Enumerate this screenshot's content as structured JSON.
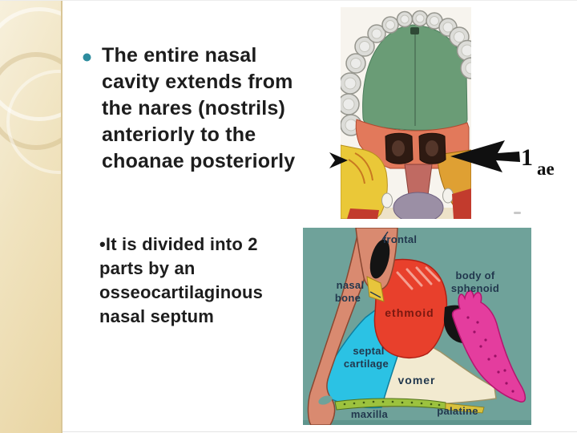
{
  "slide": {
    "bullets": {
      "main": "The entire nasal\ncavity extends from\nthe nares (nostrils)\nanteriorly to the\nchoanae posteriorly",
      "secondary": "•It is divided into 2\nparts by an\nosseocartilaginous\nnasal septum"
    },
    "colors": {
      "bullet_dot": "#2D8C9E",
      "text": "#1D1D1D",
      "sidebar_beige": "#EFE3BF"
    }
  },
  "palate_figure": {
    "annotation": {
      "number": "1",
      "suffix": "ae"
    },
    "colors": {
      "photo_background": "#F7F4EE",
      "bottom_strip": "#EDE2C8",
      "palate_green": "#6A9C76",
      "teeth": "#DCDCD8",
      "palatine_salmon": "#E2795B",
      "choana_dark": "#2E1A12",
      "pterygoid_yellow": "#EAC838",
      "pterygoid_orange": "#DFA033",
      "vomer_rose": "#C06A62",
      "basiocciput_purple": "#9B8FA5",
      "accent_red": "#C23B2D",
      "arrow_black": "#101010"
    }
  },
  "septum_diagram": {
    "labels": {
      "frontal": "frontal",
      "nasal_bone_line1": "nasal",
      "nasal_bone_line2": "bone",
      "body_of_sphenoid_line1": "body of",
      "body_of_sphenoid_line2": "sphenoid",
      "ethmoid": "ethmoid",
      "septal_cartilage_line1": "septal",
      "septal_cartilage_line2": "cartilage",
      "vomer": "vomer",
      "maxilla": "maxilla",
      "palatine": "palatine"
    },
    "colors": {
      "background": "#6FA29A",
      "background_dark_edge": "#5F958D",
      "profile_salmon": "#D98A70",
      "ethmoid_red": "#E8402C",
      "septal_cartilage_cyan": "#2BC2E4",
      "vomer_cream": "#F2EAD0",
      "sphenoid_magenta": "#E43D9E",
      "crest_green": "#9CC23E",
      "palatine_crest_yellow": "#D9C13C",
      "nasal_bone_yellow": "#E8C53C",
      "sinus_black": "#141414",
      "label_navy": "#22384E",
      "ethmoid_label_maroon": "#7A1810"
    }
  }
}
